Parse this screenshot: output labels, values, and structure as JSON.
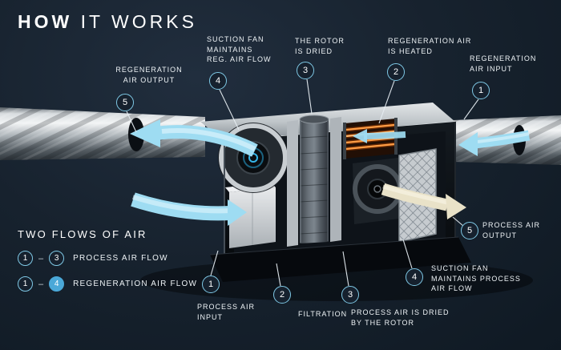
{
  "title": {
    "emphasis": "HOW",
    "rest": "IT WORKS"
  },
  "callouts_top": [
    {
      "number": "5",
      "lines": [
        "REGENERATION",
        "AIR OUTPUT"
      ]
    },
    {
      "number": "4",
      "lines": [
        "SUCTION FAN",
        "MAINTAINS",
        "REG. AIR FLOW"
      ]
    },
    {
      "number": "3",
      "lines": [
        "THE ROTOR",
        "IS DRIED"
      ]
    },
    {
      "number": "2",
      "lines": [
        "REGENERATION AIR",
        "IS HEATED"
      ]
    },
    {
      "number": "1",
      "lines": [
        "REGENERATION",
        "AIR INPUT"
      ]
    }
  ],
  "callouts_bottom": [
    {
      "number": "1",
      "lines": [
        "PROCESS AIR",
        "INPUT"
      ]
    },
    {
      "number": "2",
      "lines": [
        "FILTRATION"
      ]
    },
    {
      "number": "3",
      "lines": [
        "PROCESS AIR IS DRIED",
        "BY THE ROTOR"
      ]
    },
    {
      "number": "4",
      "lines": [
        "SUCTION FAN",
        "MAINTAINS PROCESS",
        "AIR FLOW"
      ]
    },
    {
      "number": "5",
      "lines": [
        "PROCESS AIR",
        "OUTPUT"
      ]
    }
  ],
  "legend": {
    "title": "TWO FLOWS OF AIR",
    "dash": "–",
    "rows": [
      {
        "from": "1",
        "to": "3",
        "label": "PROCESS AIR FLOW",
        "to_filled": false
      },
      {
        "from": "1",
        "to": "4",
        "label": "REGENERATION AIR FLOW",
        "to_filled": true
      }
    ]
  },
  "colors": {
    "background": "#17222e",
    "marker_ring_blue": "#7fc9e6",
    "flow_blue": "#9edcf2",
    "heater_orange": "#ff9d45",
    "process_output_cream": "#e9e2c8",
    "text": "#eef3f6"
  }
}
